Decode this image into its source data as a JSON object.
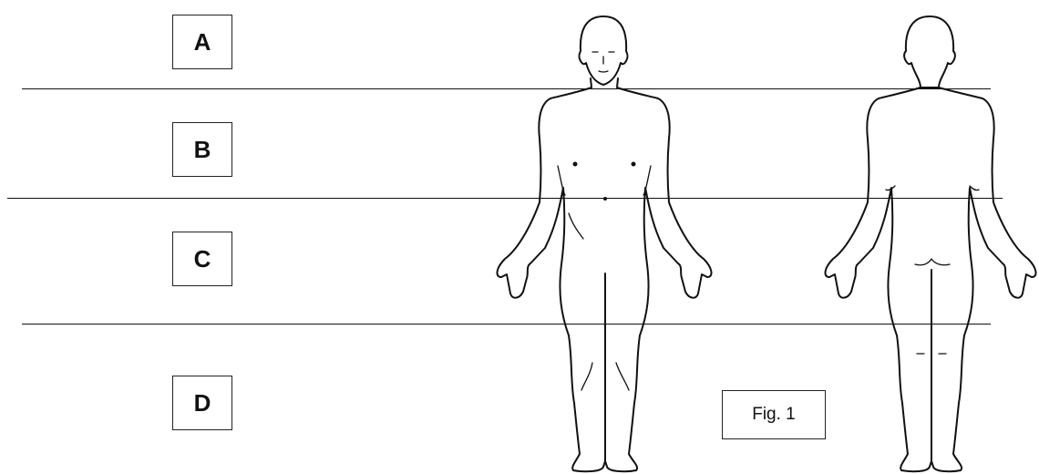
{
  "regions": [
    {
      "key": "region-a",
      "label": "A"
    },
    {
      "key": "region-b",
      "label": "B"
    },
    {
      "key": "region-c",
      "label": "C"
    },
    {
      "key": "region-d",
      "label": "D"
    }
  ],
  "figure": {
    "caption": "Fig. 1",
    "views": [
      {
        "key": "anterior-view",
        "icon": "human-body-front-icon"
      },
      {
        "key": "posterior-view",
        "icon": "human-body-back-icon"
      }
    ]
  }
}
